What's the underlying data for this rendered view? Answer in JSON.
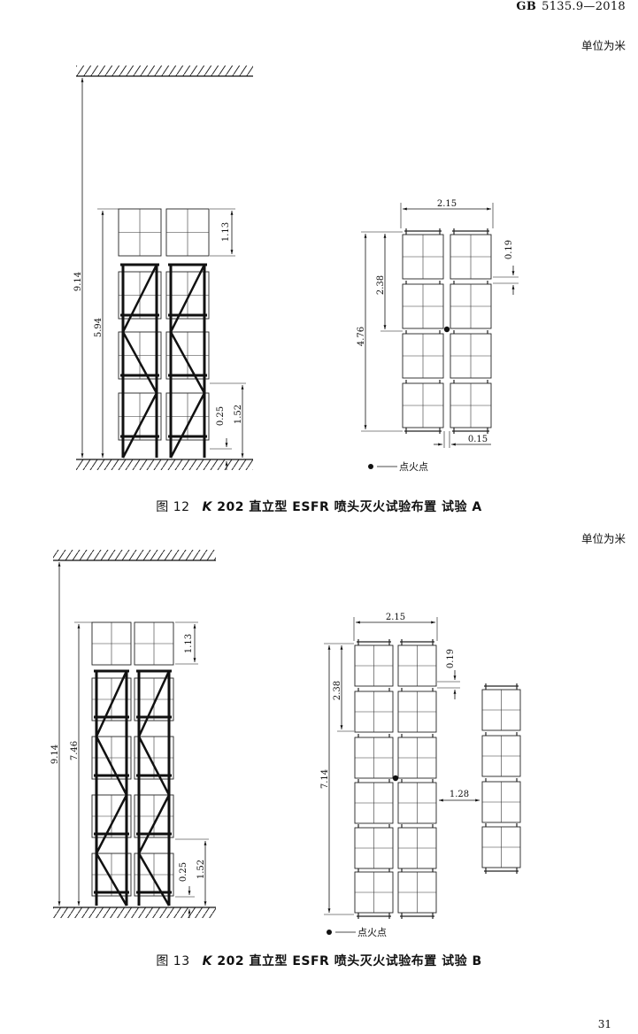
{
  "header": {
    "code": "GB",
    "number": "5135.9—2018"
  },
  "unit_label": "单位为米",
  "legend": {
    "ignition_label": "点火点"
  },
  "figure12": {
    "fig_no": "图 12",
    "k": "K",
    "title_rest": " 202 直立型 ESFR 喷头灭火试验布置 试验 A",
    "side": {
      "ceiling": "9.14",
      "stack": "5.94",
      "top_clear": "1.13",
      "bottom_gap": "0.25",
      "tier": "1.52"
    },
    "plan": {
      "width": "2.15",
      "flue": "0.19",
      "module": "2.38",
      "length": "4.76",
      "gap": "0.15"
    }
  },
  "figure13": {
    "fig_no": "图 13",
    "k": "K",
    "title_rest": " 202 直立型 ESFR 喷头灭火试验布置 试验 B",
    "side": {
      "ceiling": "9.14",
      "stack": "7.46",
      "top_clear": "1.13",
      "bottom_gap": "0.25",
      "tier": "1.52"
    },
    "plan": {
      "width": "2.15",
      "flue": "0.19",
      "module": "2.38",
      "length": "7.14",
      "aisle": "1.28"
    }
  },
  "page_number": "31"
}
